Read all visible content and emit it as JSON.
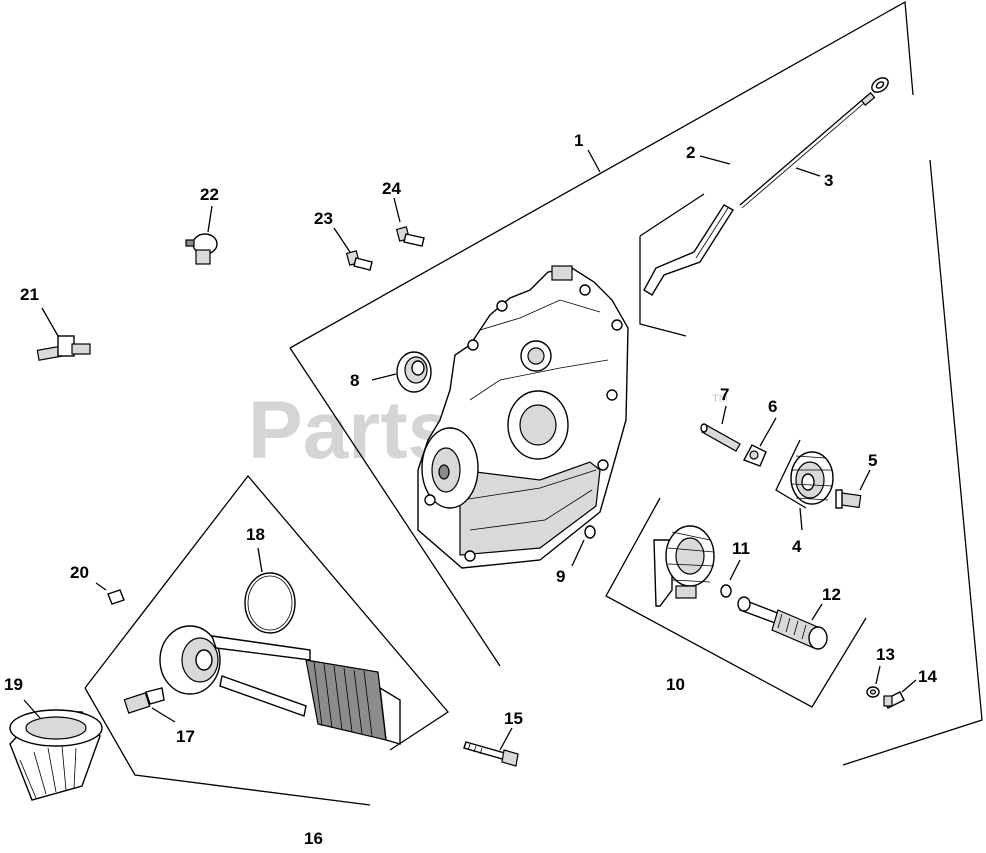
{
  "watermark": {
    "text": "PartsTree",
    "trademark": "TM"
  },
  "callouts": {
    "c1": "1",
    "c2": "2",
    "c3": "3",
    "c4": "4",
    "c5": "5",
    "c6": "6",
    "c7": "7",
    "c8": "8",
    "c9": "9",
    "c10": "10",
    "c11": "11",
    "c12": "12",
    "c13": "13",
    "c14": "14",
    "c15": "15",
    "c16": "16",
    "c17": "17",
    "c18": "18",
    "c19": "19",
    "c20": "20",
    "c21": "21",
    "c22": "22",
    "c23": "23",
    "c24": "24"
  }
}
